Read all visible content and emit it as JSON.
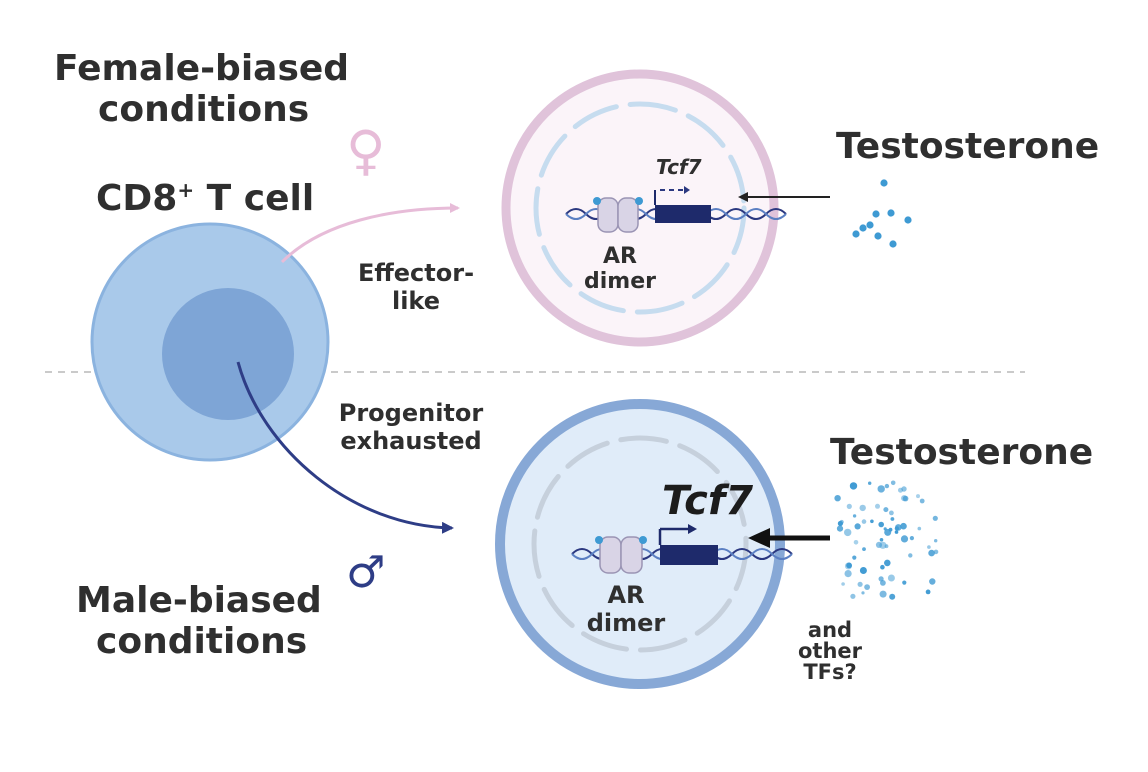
{
  "colors": {
    "female": "#e7bcd8",
    "male": "#2e3d86",
    "cell_fill": "#a9c9ea",
    "nucleus_fill": "#7ea5d6",
    "testosterone": "#3e9ad3",
    "dna": "#2b3880"
  },
  "cell": {
    "title_main": "CD8",
    "title_sup": "+",
    "title_rest": " T cell"
  },
  "female": {
    "condition_line1": "Female-biased",
    "condition_line2": "conditions",
    "symbol": "♀",
    "fate_line1": "Effector-",
    "fate_line2": "like",
    "hormone": "Testosterone",
    "gene": "Tcf7",
    "ar_line1": "AR",
    "ar_line2": "dimer"
  },
  "male": {
    "condition_line1": "Male-biased",
    "condition_line2": "conditions",
    "symbol": "♂",
    "fate_line1": "Progenitor",
    "fate_line2": "exhausted",
    "hormone": "Testosterone",
    "gene": "Tcf7",
    "ar_line1": "AR",
    "ar_line2": "dimer",
    "note_line1": "and",
    "note_line2": "other",
    "note_line3": "TFs?"
  }
}
